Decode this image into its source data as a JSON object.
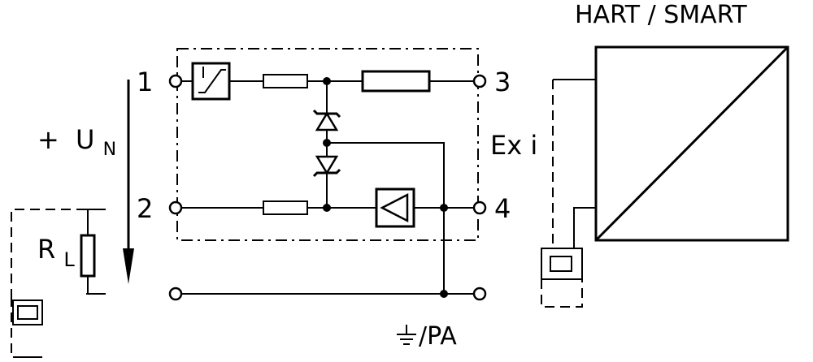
{
  "terminals": {
    "t1": "1",
    "t2": "2",
    "t3": "3",
    "t4": "4"
  },
  "supply": {
    "plus": "+",
    "u": "U",
    "sub": "N"
  },
  "load": {
    "r": "R",
    "sub": "L"
  },
  "ex_label": "Ex i",
  "ground_label": "/PA",
  "hart_label": "HART / SMART"
}
